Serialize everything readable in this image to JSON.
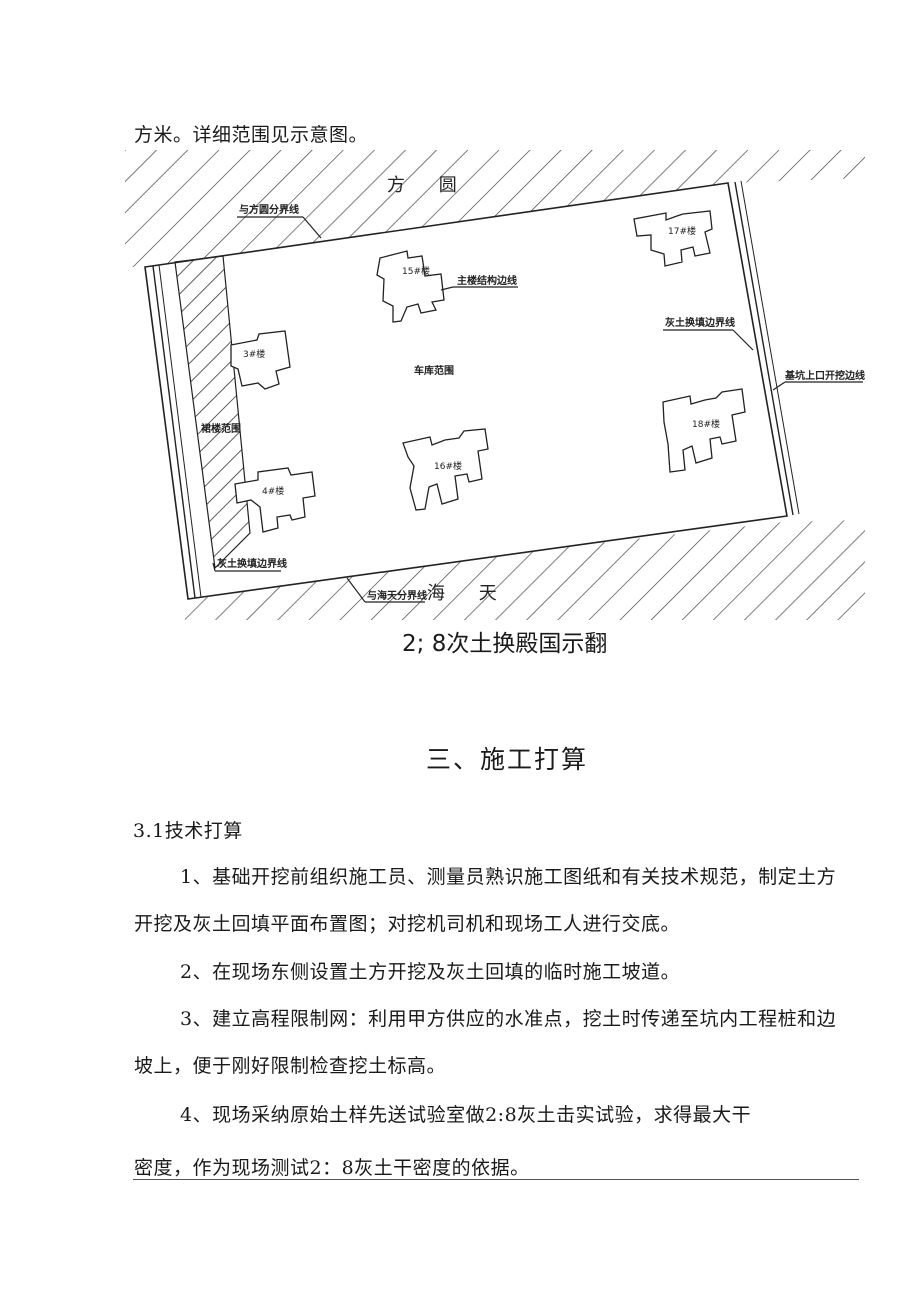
{
  "top_line": "方米。详细范围见示意图。",
  "diagram": {
    "label_fangyuan": "方 圆",
    "label_haitian": "海 天",
    "boundary_fangyuan": "与方圆分界线",
    "boundary_haitian": "与海天分界线",
    "main_structure_line": "主楼结构边线",
    "lime_soil_line_right": "灰土换填边界线",
    "lime_soil_line_left": "灰土换填边界线",
    "excavation_line": "基坑上口开挖边线",
    "garage_range": "车库范围",
    "podium_range": "裙楼范围",
    "buildings": [
      "3#楼",
      "4#楼",
      "15#楼",
      "16#楼",
      "17#楼",
      "18#楼"
    ]
  },
  "caption": "2; 8次土换殿国示翻",
  "section_heading": "三、施工打算",
  "subheading": "3.1技术打算",
  "paragraphs": {
    "p1_line1": "1、基础开挖前组织施工员、测量员熟识施工图纸和有关技术规范，制定土方",
    "p1_line2": "开挖及灰土回填平面布置图；对挖机司机和现场工人进行交底。",
    "p2": "2、在现场东侧设置土方开挖及灰土回填的临时施工坡道。",
    "p3_line1": "3、建立高程限制网：利用甲方供应的水准点，挖土时传递至坑内工程桩和边",
    "p3_line2": "坡上，便于刚好限制检查挖土标高。",
    "p4_line1": "4、现场采纳原始土样先送试验室做2:8灰土击实试验，求得最大干",
    "p4_line2": "密度，作为现场测试2：8灰土干密度的依据。"
  }
}
